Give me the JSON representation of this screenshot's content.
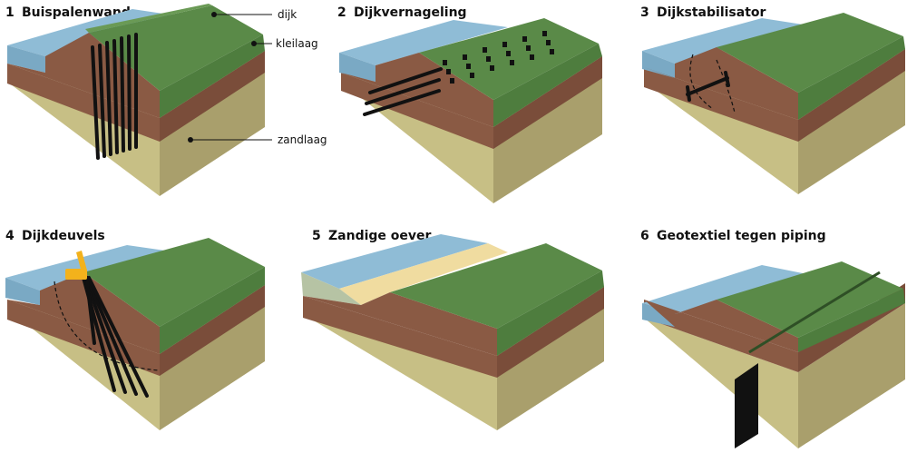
{
  "panels": [
    {
      "number": "1",
      "title": "Buispalenwand"
    },
    {
      "number": "2",
      "title": "Dijkvernageling"
    },
    {
      "number": "3",
      "title": "Dijkstabilisator"
    },
    {
      "number": "4",
      "title": "Dijkdeuvels"
    },
    {
      "number": "5",
      "title": "Zandige oever"
    },
    {
      "number": "6",
      "title": "Geotextiel tegen piping"
    }
  ],
  "labels": {
    "dike": "dijk",
    "clay_layer": "kleilaag",
    "sand_layer": "zandlaag"
  },
  "colors": {
    "water": "#8fbcd6",
    "dike_top": "#5a8a48",
    "dike_slope": "#4e7d3e",
    "dike_crest": "#6a9a55",
    "clay_front": "#8a5a44",
    "clay_side": "#7a4d3a",
    "sand_front": "#c7bf85",
    "sand_side": "#a99f6c",
    "beach": "#f0dca0",
    "marker_yellow": "#f3b21c",
    "pile": "#111111"
  }
}
